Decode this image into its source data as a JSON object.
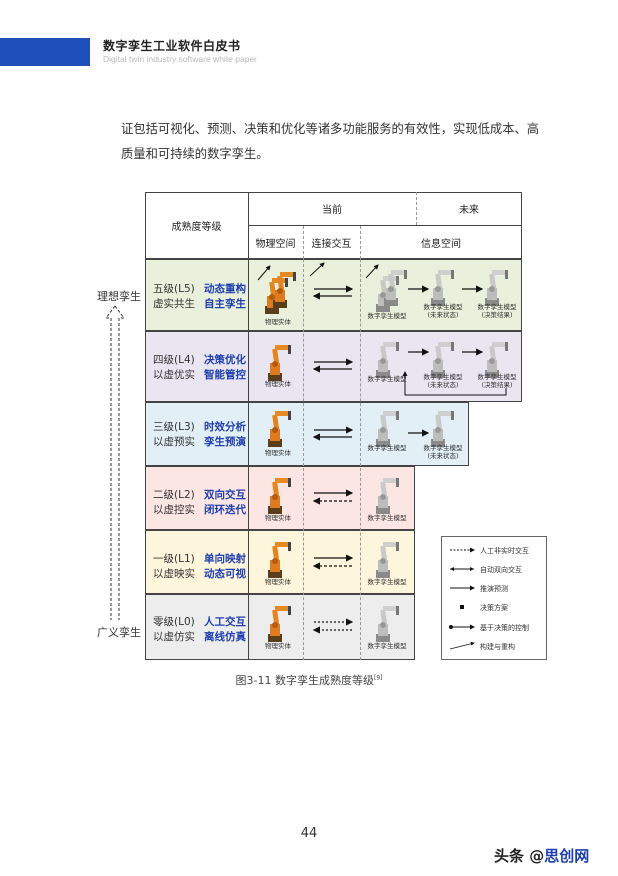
{
  "header": {
    "title": "数字孪生工业软件白皮书",
    "subtitle": "Digital twin industry software white paper"
  },
  "body": {
    "line1": "证包括可视化、预测、决策和优化等诸多功能服务的有效性，实现低成本、高",
    "line2": "质量和可持续的数字孪生。"
  },
  "figure": {
    "col_header_maturity": "成熟度等级",
    "col_header_current": "当前",
    "col_header_future": "未来",
    "col_header_physical": "物理空间",
    "col_header_interaction": "连接交互",
    "col_header_info": "信息空间",
    "side_top": "理想孪生",
    "side_bottom": "广义孪生",
    "levels": [
      {
        "name1": "五级(L5)",
        "name2": "虚实共生",
        "desc1": "动态重构",
        "desc2": "自主孪生",
        "color": "#e9f1dc"
      },
      {
        "name1": "四级(L4)",
        "name2": "以虚优实",
        "desc1": "决策优化",
        "desc2": "智能管控",
        "color": "#e9e6f2"
      },
      {
        "name1": "三级(L3)",
        "name2": "以虚预实",
        "desc1": "时效分析",
        "desc2": "孪生预演",
        "color": "#e2eff6"
      },
      {
        "name1": "二级(L2)",
        "name2": "以虚控实",
        "desc1": "双向交互",
        "desc2": "闭环迭代",
        "color": "#fbe6e3"
      },
      {
        "name1": "一级(L1)",
        "name2": "以虚映实",
        "desc1": "单向映射",
        "desc2": "动态可视",
        "color": "#fdf5dc"
      },
      {
        "name1": "零级(L0)",
        "name2": "以虚仿实",
        "desc1": "人工交互",
        "desc2": "离线仿真",
        "color": "#ededed"
      }
    ],
    "labels": {
      "physical_entity": "物理实体",
      "dt_model": "数字孪生模型",
      "dt_model_future_a": "数字孪生模型",
      "dt_model_future_b": "(未来状态)",
      "dt_model_result_a": "数字孪生模型",
      "dt_model_result_b": "(决策结果)"
    },
    "legend": [
      "人工非实时交互",
      "自动双向交互",
      "推演预测",
      "决策方案",
      "基于决策的控制",
      "构建与重构"
    ],
    "caption": "图3-11 数字孪生成熟度等级",
    "caption_ref": "[9]"
  },
  "page_number": "44",
  "watermark": {
    "a": "头条 @",
    "b": "思创网"
  }
}
